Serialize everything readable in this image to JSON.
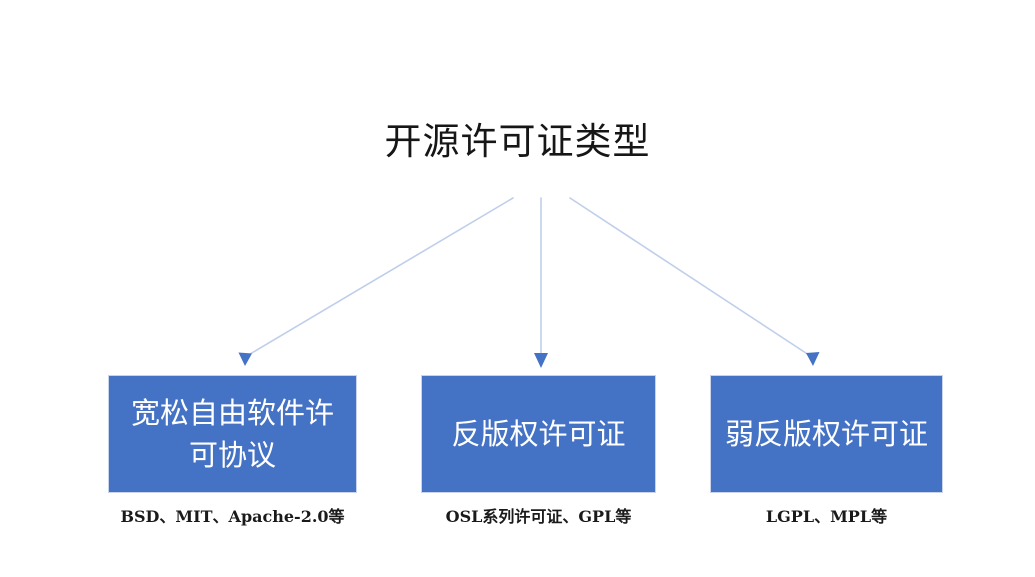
{
  "slide": {
    "background_color": "#FFFFFF",
    "title": "开源许可证类型"
  },
  "theme": {
    "box_fill": "#4472C4",
    "box_border": "#C9D4EA",
    "box_text_color": "#FFFFFF",
    "connector_line": "#BFCFEA",
    "connector_arrowhead": "#4472C4",
    "title_color": "#161616",
    "caption_color": "#1A1A1A"
  },
  "nodes": [
    {
      "id": "permissive",
      "label": "宽松自由软件许可协议",
      "caption": "BSD、MIT、Apache-2.0等"
    },
    {
      "id": "copyleft",
      "label": "反版权许可证",
      "caption": "OSL系列许可证、GPL等"
    },
    {
      "id": "weak-copyleft",
      "label": "弱反版权许可证",
      "caption": "LGPL、MPL等"
    }
  ],
  "connectors": [
    {
      "id": "title-to-permissive",
      "from": "title",
      "to": "permissive",
      "style": "arrow"
    },
    {
      "id": "title-to-copyleft",
      "from": "title",
      "to": "copyleft",
      "style": "arrow"
    },
    {
      "id": "title-to-weak-copyleft",
      "from": "title",
      "to": "weak-copyleft",
      "style": "arrow"
    }
  ]
}
